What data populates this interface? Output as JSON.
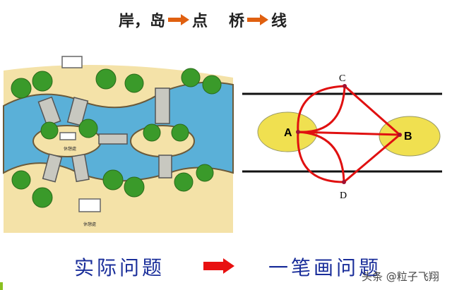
{
  "title": {
    "part1": "岸，岛",
    "part2": "点",
    "part3": "桥",
    "part4": "线"
  },
  "graph": {
    "nodes": [
      "A",
      "B",
      "C",
      "D"
    ]
  },
  "illustration": {
    "rest_area_label": "休憩處"
  },
  "bottom": {
    "left": "实际问题",
    "right": "一笔画问题"
  },
  "watermark": "头条 @粒子飞翔",
  "colors": {
    "edge": "#e01010",
    "island": "#f0e050",
    "arrow": "#e06010",
    "text": "#1a2e9a"
  }
}
